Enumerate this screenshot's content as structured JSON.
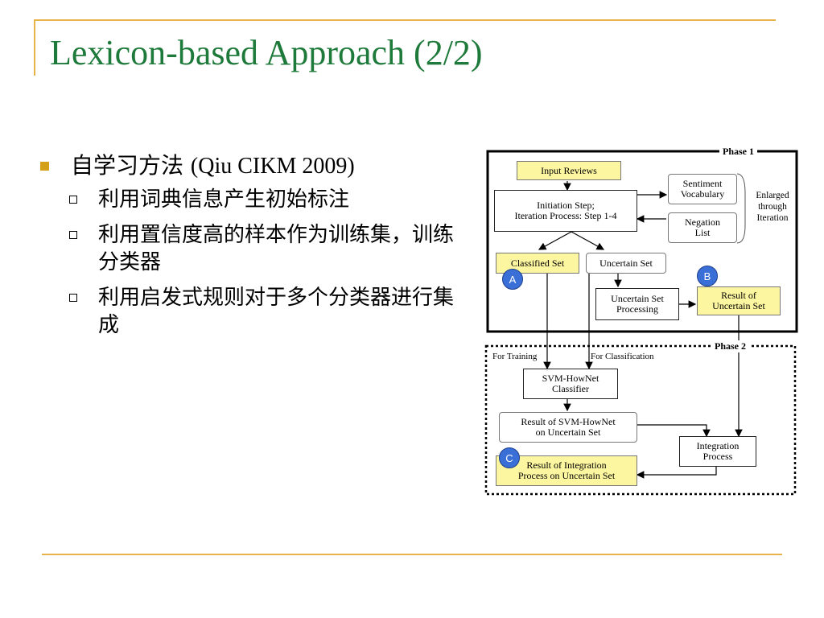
{
  "slide": {
    "title": "Lexicon-based Approach (2/2)",
    "bullet": {
      "label_cn": "自学习方法",
      "label_ref": "(Qiu CIKM 2009)",
      "subs": [
        "利用词典信息产生初始标注",
        "利用置信度高的样本作为训练集，训练分类器",
        "利用启发式规则对于多个分类器进行集成"
      ]
    }
  },
  "diagram": {
    "phase1": "Phase 1",
    "phase2": "Phase 2",
    "input_reviews": "Input Reviews",
    "initiation": "Initiation Step;\nIteration Process: Step 1-4",
    "sentiment_vocab": "Sentiment\nVocabulary",
    "negation_list": "Negation\nList",
    "enlarged": "Enlarged\nthrough\nIteration",
    "classified_set": "Classified Set",
    "uncertain_set": "Uncertain Set",
    "uncertain_processing": "Uncertain Set\nProcessing",
    "result_uncertain": "Result of\nUncertain Set",
    "circle_a": "A",
    "circle_b": "B",
    "circle_c": "C",
    "for_training": "For Training",
    "for_classification": "For Classification",
    "svm_classifier": "SVM-HowNet\nClassifier",
    "result_svm": "Result of SVM-HowNet\non Uncertain Set",
    "integration": "Integration\nProcess",
    "result_integration": "Result of Integration\nProcess on Uncertain Set"
  },
  "colors": {
    "title": "#1e7a3a",
    "rule": "#e8b44a",
    "bullet_marker": "#d4a017",
    "yellow_box": "#fdf6a0",
    "circle": "#3a6fd8"
  }
}
